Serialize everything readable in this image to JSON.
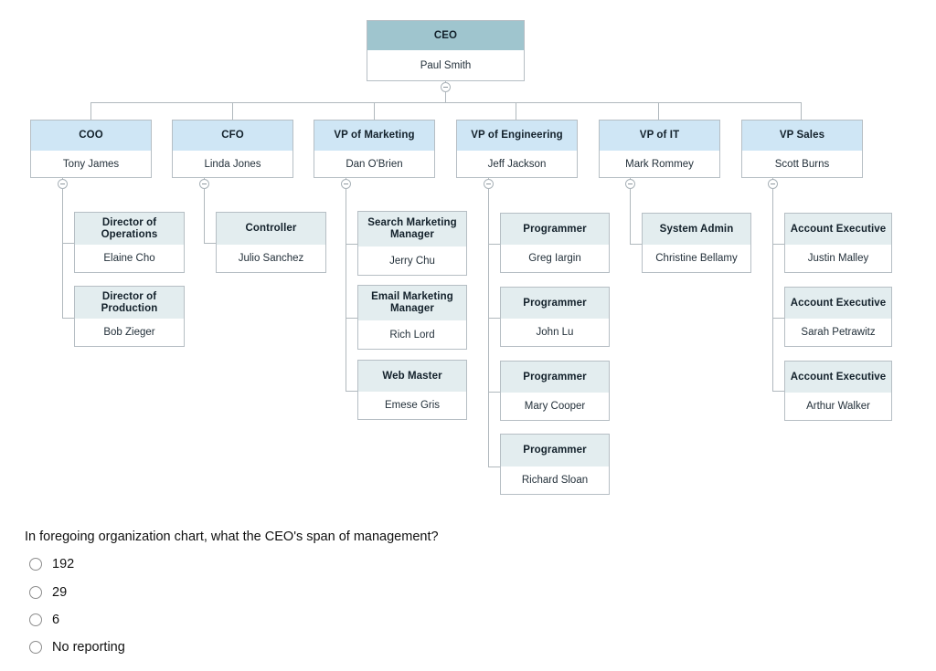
{
  "chart": {
    "type": "org-chart",
    "root": {
      "title": "CEO",
      "name": "Paul Smith"
    },
    "level1": [
      {
        "title": "COO",
        "name": "Tony James"
      },
      {
        "title": "CFO",
        "name": "Linda Jones"
      },
      {
        "title": "VP of Marketing",
        "name": "Dan O'Brien"
      },
      {
        "title": "VP of Engineering",
        "name": "Jeff Jackson"
      },
      {
        "title": "VP of IT",
        "name": "Mark Rommey"
      },
      {
        "title": "VP Sales",
        "name": "Scott Burns"
      }
    ],
    "coo_reports": [
      {
        "title": "Director of Operations",
        "name": "Elaine Cho"
      },
      {
        "title": "Director of Production",
        "name": "Bob Zieger"
      }
    ],
    "cfo_reports": [
      {
        "title": "Controller",
        "name": "Julio Sanchez"
      }
    ],
    "marketing_reports": [
      {
        "title": "Search Marketing Manager",
        "name": "Jerry Chu"
      },
      {
        "title": "Email Marketing Manager",
        "name": "Rich Lord"
      },
      {
        "title": "Web Master",
        "name": "Emese Gris"
      }
    ],
    "engineering_reports": [
      {
        "title": "Programmer",
        "name": "Greg Iargin"
      },
      {
        "title": "Programmer",
        "name": "John Lu"
      },
      {
        "title": "Programmer",
        "name": "Mary Cooper"
      },
      {
        "title": "Programmer",
        "name": "Richard Sloan"
      }
    ],
    "it_reports": [
      {
        "title": "System Admin",
        "name": "Christine Bellamy"
      }
    ],
    "sales_reports": [
      {
        "title": "Account Executive",
        "name": "Justin Malley"
      },
      {
        "title": "Account Executive",
        "name": "Sarah Petrawitz"
      },
      {
        "title": "Account Executive",
        "name": "Arthur Walker"
      }
    ],
    "colors": {
      "root_header": "#9fc5ce",
      "level1_header": "#cfe6f5",
      "level2_header": "#e3edef",
      "box_border": "#b6bec4",
      "connector": "#b0b8bd"
    }
  },
  "quiz": {
    "question": "In foregoing organization chart, what the CEO's span of management?",
    "options": [
      {
        "label": "192",
        "selected": false
      },
      {
        "label": "29",
        "selected": false
      },
      {
        "label": "6",
        "selected": false
      },
      {
        "label": "No reporting",
        "selected": false
      }
    ]
  }
}
